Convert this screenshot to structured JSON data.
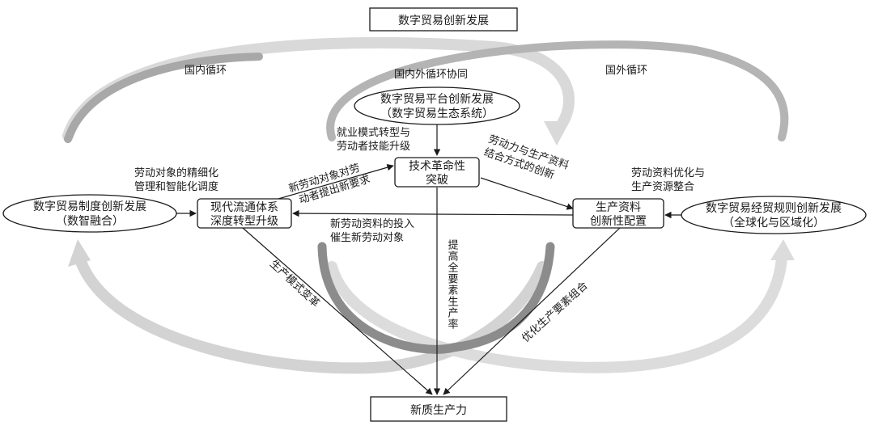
{
  "top_box": "数字贸易创新发展",
  "bottom_box": "新质生产力",
  "cycles": {
    "domestic": "国内循环",
    "collab": "国内外循环协同",
    "foreign": "国外循环"
  },
  "ellipses": {
    "platform": [
      "数字贸易平台创新发展",
      "（数字贸易生态系统）"
    ],
    "institution": [
      "数字贸易制度创新发展",
      "（数智融合）"
    ],
    "rules": [
      "数字贸易经贸规则创新发展",
      "（全球化与区域化）"
    ]
  },
  "nodes": {
    "tech": [
      "技术革命性",
      "突破"
    ],
    "circulation": [
      "现代流通体系",
      "深度转型升级"
    ],
    "means": [
      "生产资料",
      "创新性配置"
    ]
  },
  "labels": {
    "employment": [
      "就业模式转型与",
      "劳动者技能升级"
    ],
    "labor_object": [
      "劳动对象的精细化",
      "管理和智能化调度"
    ],
    "new_object": [
      "新劳动对象对劳",
      "动者提出新要求"
    ],
    "combine": [
      "劳动力与生产资料",
      "结合方式的创新"
    ],
    "optimize": [
      "劳动资料优化与",
      "生产资源整合"
    ],
    "new_means": [
      "新劳动资料的投入",
      "催生新劳动对象"
    ],
    "tfp": "提高全要素生产率",
    "mode": "生产模式变革",
    "factor": "优化生产要素组合"
  },
  "colors": {
    "arc_light": "#d6d6d6",
    "arc_mid": "#b4b4b4",
    "arc_dark": "#8c8c8c",
    "line": "#1a1a1a"
  }
}
